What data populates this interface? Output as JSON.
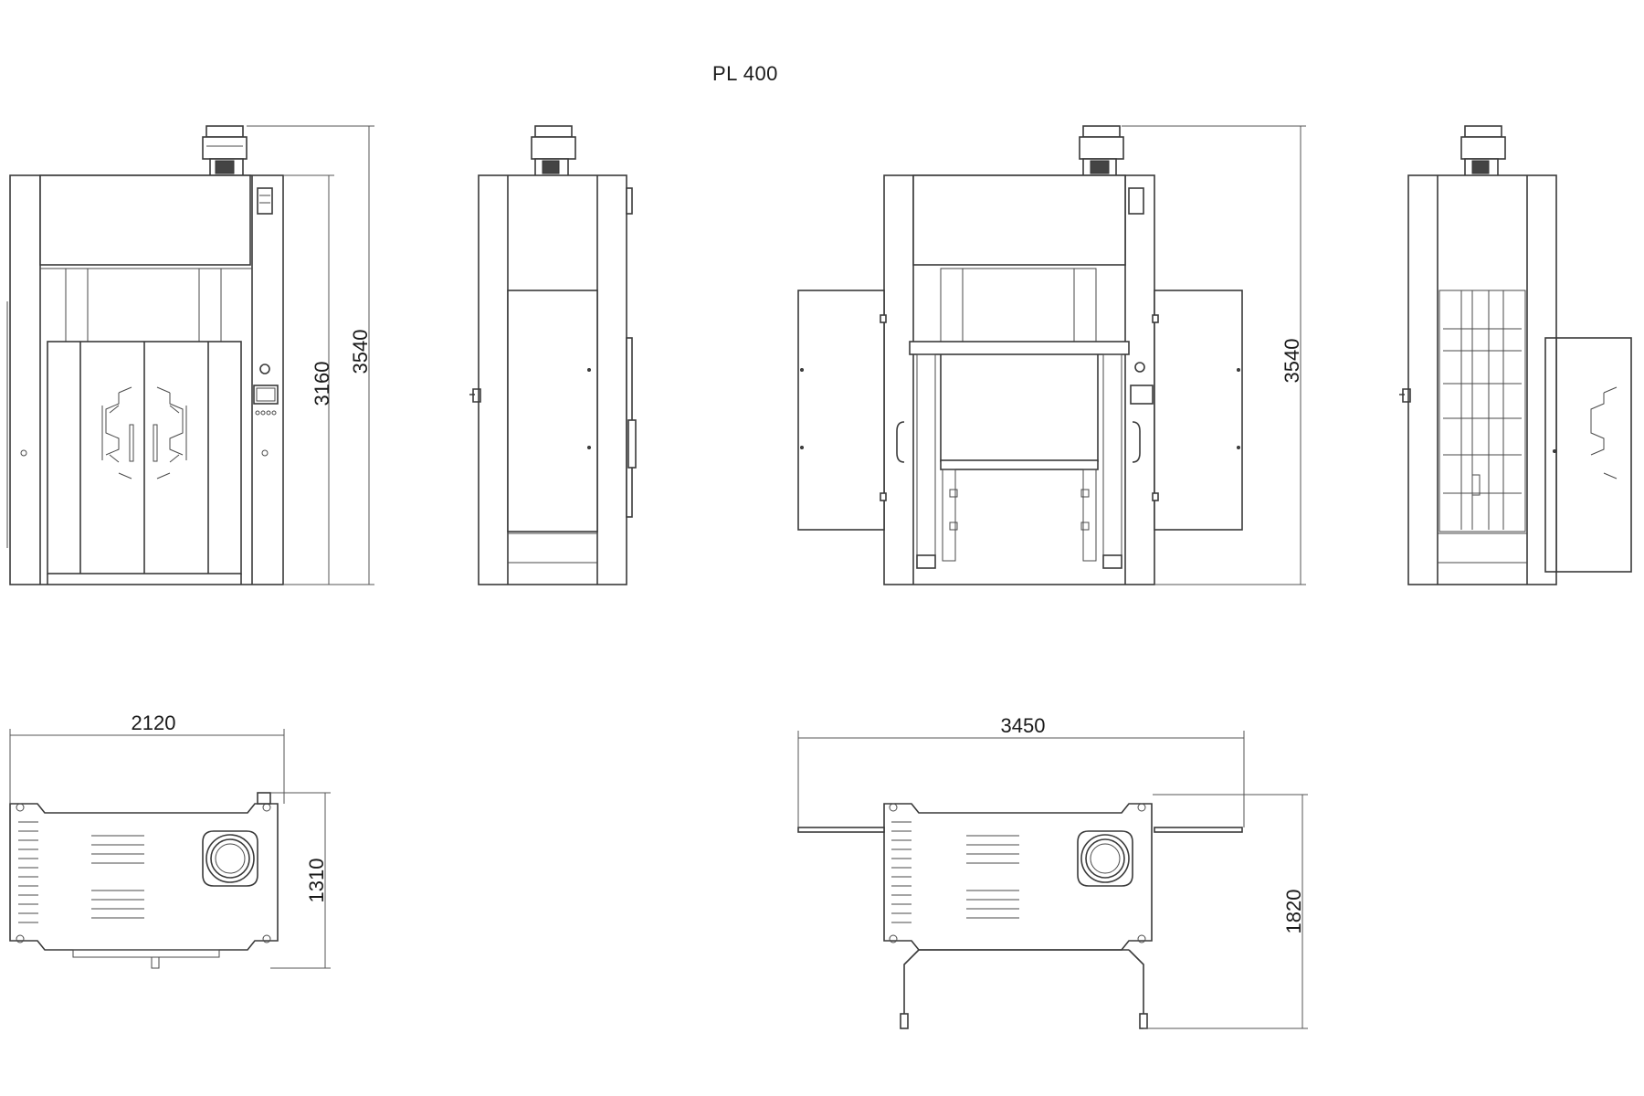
{
  "title": "PL 400",
  "dimensions": {
    "front_total_height": "3540",
    "front_body_height": "3160",
    "open_total_height": "3540",
    "top_width_closed": "2120",
    "top_depth_closed": "1310",
    "top_width_open": "3450",
    "top_depth_open": "1820"
  }
}
